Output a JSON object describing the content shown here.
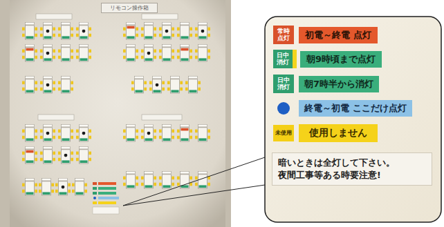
{
  "diagram": {
    "nodes": [
      {
        "text": [
          "リモコン操作箱"
        ]
      },
      {
        "text": [
          "常時 点灯"
        ]
      },
      {
        "text": [
          "初電～終電 点灯"
        ]
      },
      {
        "text": [
          "日中 消灯"
        ]
      },
      {
        "text": [
          "朝9時頃まで点灯"
        ]
      },
      {
        "text": [
          "日中 消灯"
        ]
      },
      {
        "text": [
          "朝7時半から消灯"
        ]
      },
      {
        "text": [
          "終電～初電 ここだけ点灯"
        ]
      },
      {
        "text": [
          "未使用"
        ]
      },
      {
        "text": [
          "使用しません"
        ]
      },
      {
        "text": [
          "暗いときは全灯して下さい。 夜間工事等ある時要注意!"
        ]
      }
    ]
  }
}
